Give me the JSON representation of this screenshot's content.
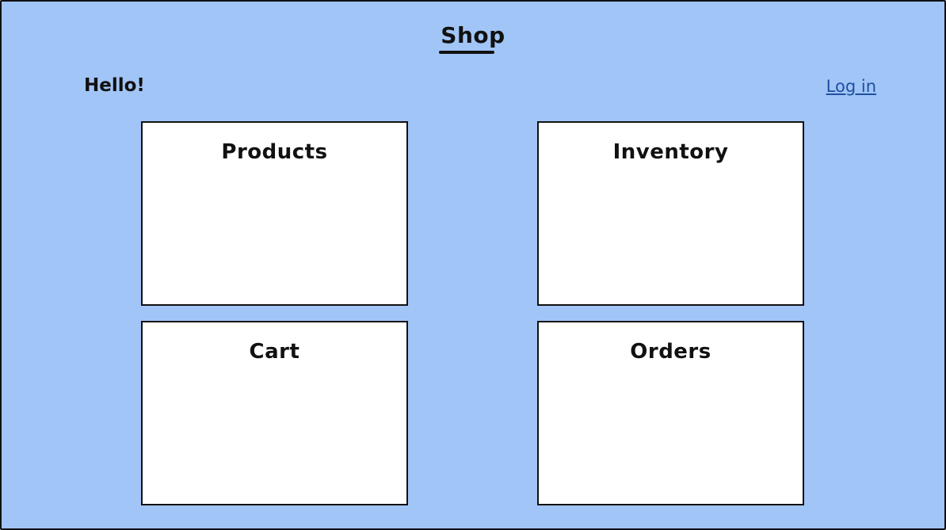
{
  "header": {
    "title": "Shop",
    "greeting": "Hello!",
    "login_label": "Log in"
  },
  "cards": [
    {
      "label": "Products"
    },
    {
      "label": "Inventory"
    },
    {
      "label": "Cart"
    },
    {
      "label": "Orders"
    }
  ],
  "colors": {
    "background": "#a1c5f6",
    "link": "#1f4fa1",
    "card": "#ffffff",
    "border": "#111111"
  }
}
